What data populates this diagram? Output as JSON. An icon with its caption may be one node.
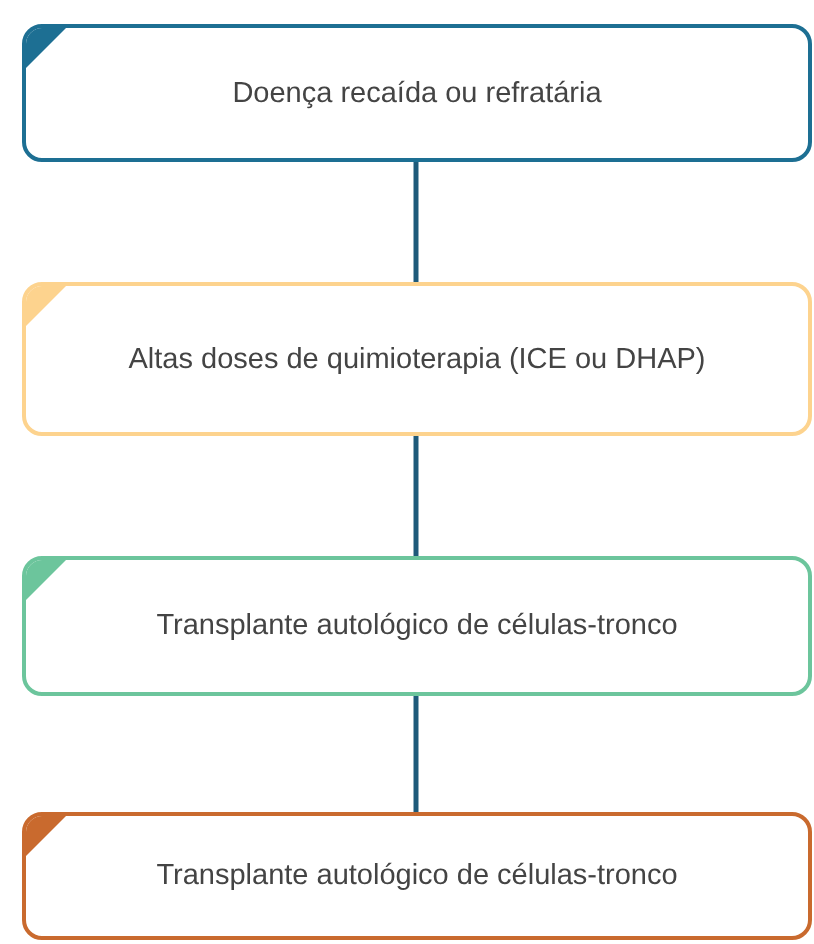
{
  "diagram": {
    "nodes": [
      {
        "text": [
          "Doença recaída ou refratária"
        ]
      },
      {
        "text": [
          "Altas doses de quimioterapia (ICE ou DHAP)"
        ]
      },
      {
        "text": [
          "Transplante autológico de células-tronco"
        ]
      },
      {
        "text": [
          "Transplante autológico de células-tronco"
        ]
      }
    ],
    "edges": [
      {
        "from": 0,
        "to": 1,
        "arrow": "none"
      },
      {
        "from": 1,
        "to": 2,
        "arrow": "none"
      },
      {
        "from": 2,
        "to": 3,
        "arrow": "none"
      }
    ]
  }
}
